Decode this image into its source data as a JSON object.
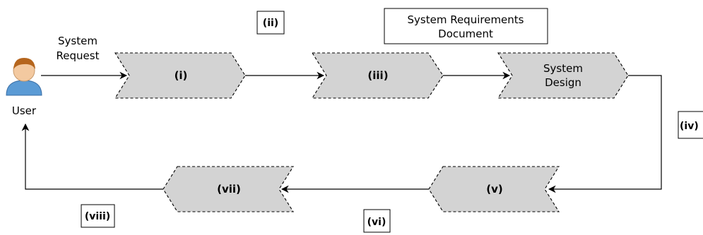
{
  "actor": {
    "label": "User"
  },
  "edge_labels": {
    "system_request": [
      "System",
      "Request"
    ]
  },
  "stages": {
    "i": "(i)",
    "iii": "(iii)",
    "system_design": [
      "System",
      "Design"
    ],
    "v": "(v)",
    "vii": "(vii)"
  },
  "callouts": {
    "ii": "(ii)",
    "system_requirements_document": [
      "System Requirements",
      "Document"
    ],
    "iv": "(iv)",
    "vi": "(vi)",
    "viii": "(viii)"
  },
  "colors": {
    "stage_fill": "#d3d3d3",
    "stroke": "#000000",
    "user_hair": "#b5651d",
    "user_skin": "#f3c9a0",
    "user_shirt": "#5b9bd5"
  }
}
